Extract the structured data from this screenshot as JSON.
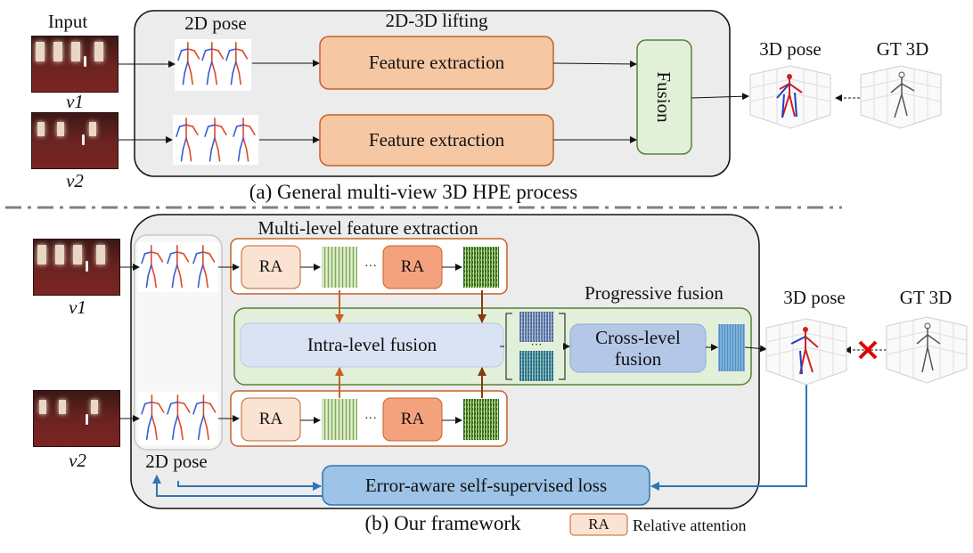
{
  "top": {
    "input_label": "Input",
    "view1": "v1",
    "view2": "v2",
    "pose2d_title": "2D pose",
    "lifting_title": "2D-3D lifting",
    "feature_extraction_1": "Feature extraction",
    "feature_extraction_2": "Feature extraction",
    "fusion": "Fusion",
    "pose3d": "3D pose",
    "gt3d": "GT 3D",
    "caption": "(a)  General multi-view 3D HPE process"
  },
  "bottom": {
    "view1": "v1",
    "view2": "v2",
    "multilevel_title": "Multi-level feature extraction",
    "ra": "RA",
    "ellipsis": "···",
    "progressive_title": "Progressive fusion",
    "intra_level": "Intra-level fusion",
    "cross_level": "Cross-level fusion",
    "pose2d_label": "2D pose",
    "pose3d": "3D pose",
    "gt3d": "GT 3D",
    "loss": "Error-aware self-supervised loss",
    "caption": "(b)  Our framework",
    "legend_ra": "RA",
    "legend_text": "Relative attention"
  },
  "colors": {
    "panel_bg": "#ececec",
    "feature_box": "#f6c7a3",
    "feature_border": "#c5622a",
    "fusion_green": "#e2f0d9",
    "fusion_border": "#548235",
    "blue_box": "#b4c7e7",
    "intra_box": "#dae3f3",
    "arrow_orange": "#c5622a",
    "arrow_brown": "#843c0c",
    "arrow_blue": "#2e75b6",
    "cross_red": "#e00000"
  }
}
